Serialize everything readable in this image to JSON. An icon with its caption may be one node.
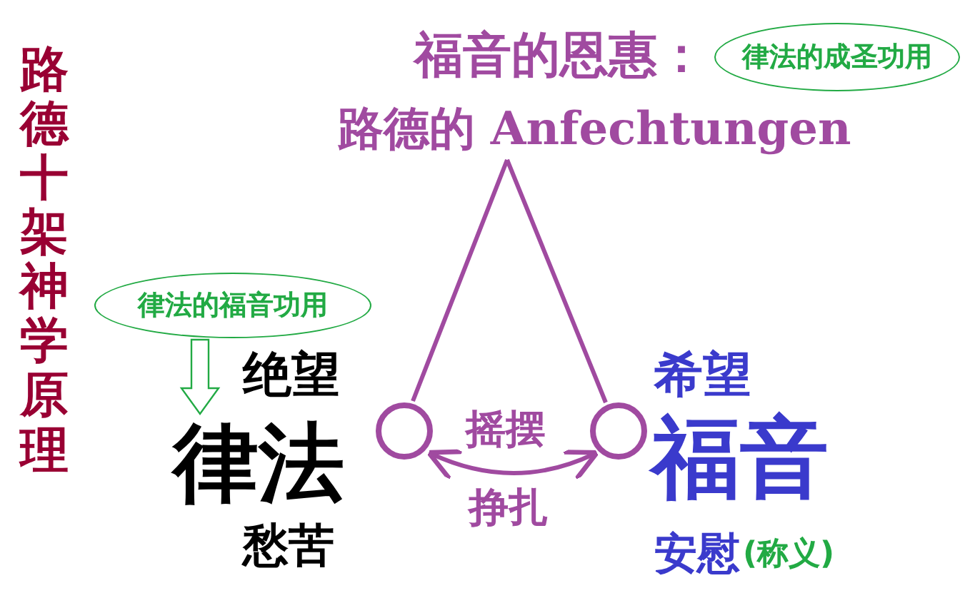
{
  "diagram": {
    "nodes": [
      {
        "text": [
          "路德的 Anfechtungen"
        ]
      },
      {
        "text": [],
        "shape": "circle"
      },
      {
        "text": [],
        "shape": "circle"
      },
      {
        "text": [
          "律法的福音功用"
        ]
      },
      {
        "text": [
          "律法"
        ]
      },
      {
        "text": [
          "律法的成圣功用"
        ]
      }
    ],
    "edges": [
      {
        "from": 3,
        "to": 4,
        "arrow": "to"
      },
      {
        "from": 0,
        "to": 1,
        "arrow": "none"
      },
      {
        "from": 0,
        "to": 2,
        "arrow": "none"
      },
      {
        "from": 1,
        "to": 2,
        "arrow": "both"
      }
    ],
    "labels": [
      "路德十架神学原理",
      "福音的恩惠：",
      "摇摆",
      "挣扎",
      "绝望",
      "愁苦",
      "希望",
      "福音",
      "安慰",
      "(称义)"
    ]
  }
}
